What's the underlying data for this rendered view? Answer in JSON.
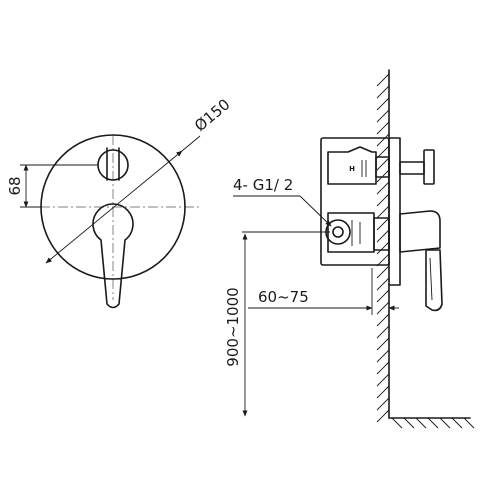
{
  "dimensions": {
    "diameter": "Ø150",
    "height_offset": "68",
    "connections": "4- G1/ 2",
    "wall_depth": "60~75",
    "mount_height": "900~1000"
  },
  "valve_marking": "H"
}
